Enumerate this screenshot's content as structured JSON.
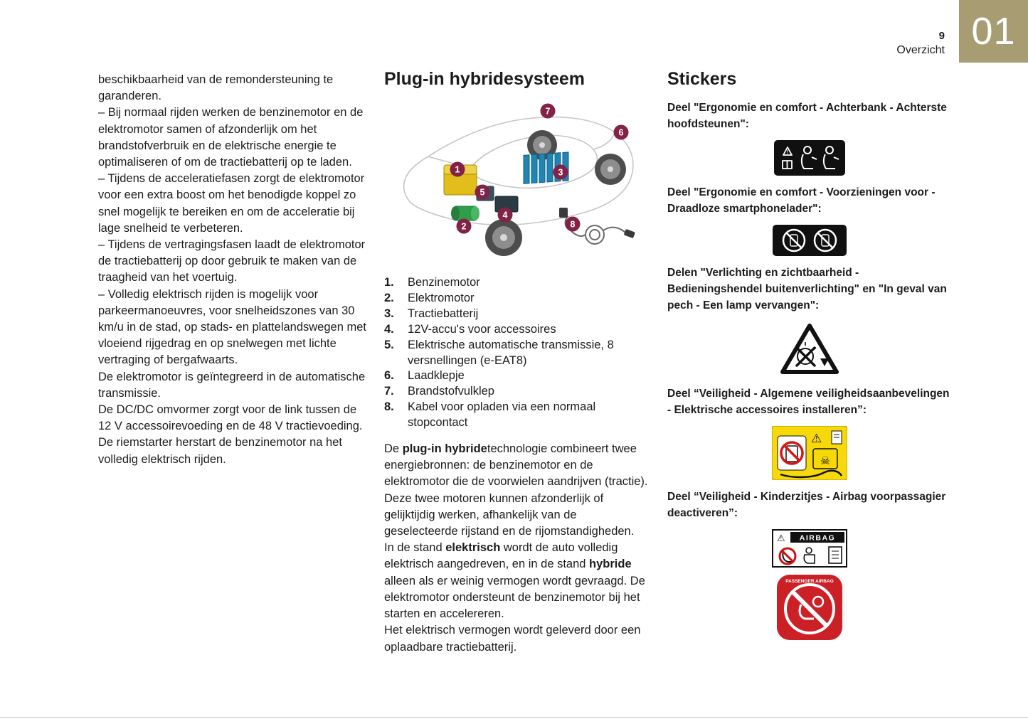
{
  "header": {
    "page_number": "9",
    "section_label": "Overzicht",
    "chapter_number": "01"
  },
  "colors": {
    "chapter_box": "#a89c72",
    "badge": "#822247",
    "sticker_yellow": "#f6d80b",
    "sticker_red": "#cc2027",
    "sticker_black": "#101010"
  },
  "left_column": {
    "paragraphs": [
      "beschikbaarheid van de remondersteuning te garanderen.",
      "– Bij normaal rijden werken de benzinemotor en de elektromotor samen of afzonderlijk om het brandstofverbruik en de elektrische energie te optimaliseren of om de tractiebatterij op te laden.",
      "– Tijdens de acceleratiefasen zorgt de elektromotor voor een extra boost om het benodigde koppel zo snel mogelijk te bereiken en om de acceleratie bij lage snelheid te verbeteren.",
      "– Tijdens de vertragingsfasen laadt de elektromotor de tractiebatterij op door gebruik te maken van de traagheid van het voertuig.",
      "– Volledig elektrisch rijden is mogelijk voor parkeermanoeuvres, voor snelheidszones van 30 km/u in de stad, op stads- en plattelandswegen met vloeiend rijgedrag en op snelwegen met lichte vertraging of bergafwaarts.",
      "De elektromotor is geïntegreerd in de automatische transmissie.",
      "De DC/DC omvormer zorgt voor de link tussen de 12 V accessoirevoeding en de 48 V tractievoeding.",
      "De riemstarter herstart de benzinemotor na het volledig elektrisch rijden."
    ]
  },
  "middle_column": {
    "title": "Plug-in hybridesysteem",
    "diagram_badges": [
      "1",
      "2",
      "3",
      "4",
      "5",
      "6",
      "7",
      "8"
    ],
    "parts": [
      {
        "num": "1.",
        "text": "Benzinemotor"
      },
      {
        "num": "2.",
        "text": "Elektromotor"
      },
      {
        "num": "3.",
        "text": "Tractiebatterij"
      },
      {
        "num": "4.",
        "text": "12V-accu's voor accessoires"
      },
      {
        "num": "5.",
        "text": "Elektrische automatische transmissie, 8 versnellingen (e-EAT8)"
      },
      {
        "num": "6.",
        "text": "Laadklepje"
      },
      {
        "num": "7.",
        "text": "Brandstofvulklep"
      },
      {
        "num": "8.",
        "text": "Kabel voor opladen via een normaal stopcontact"
      }
    ],
    "para1": {
      "pre": "De ",
      "bold": "plug-in hybride",
      "post": "technologie combineert twee energiebronnen: de benzinemotor en de elektromotor die de voorwielen aandrijven (tractie)."
    },
    "para2": "Deze twee motoren kunnen afzonderlijk of gelijktijdig werken, afhankelijk van de geselecteerde rijstand en de rijomstandigheden.",
    "para3": {
      "s1": "In de stand ",
      "b1": "elektrisch",
      "s2": " wordt de auto volledig elektrisch aangedreven, en in de stand ",
      "b2": "hybride",
      "s3": " alleen als er weinig vermogen wordt gevraagd. De elektromotor ondersteunt de benzinemotor bij het starten en accelereren."
    },
    "para4": "Het elektrisch vermogen wordt geleverd door een oplaadbare tractiebatterij."
  },
  "right_column": {
    "title": "Stickers",
    "entries": [
      {
        "label": "Deel \"Ergonomie en comfort - Achterbank - Achterste hoofdsteunen\":",
        "icon": "headrest-warning-sticker"
      },
      {
        "label": "Deel \"Ergonomie en comfort - Voorzieningen voor - Draadloze smartphonelader\":",
        "icon": "wireless-charger-prohibition-sticker"
      },
      {
        "label": "Delen \"Verlichting en zichtbaarheid - Bedieningshendel buitenverlichting\" en \"In geval van pech - Een lamp vervangen\":",
        "icon": "lamp-replacement-warning-sticker"
      },
      {
        "label": "Deel “Veiligheid - Algemene veiligheidsaanbevelingen - Elektrische accessoires installeren”:",
        "icon": "electrical-accessories-warning-sticker"
      },
      {
        "label": "Deel “Veiligheid - Kinderzitjes - Airbag voorpassagier deactiveren”:",
        "icons": [
          "airbag-warning-sticker",
          "passenger-airbag-deactivation-sticker"
        ]
      }
    ]
  }
}
